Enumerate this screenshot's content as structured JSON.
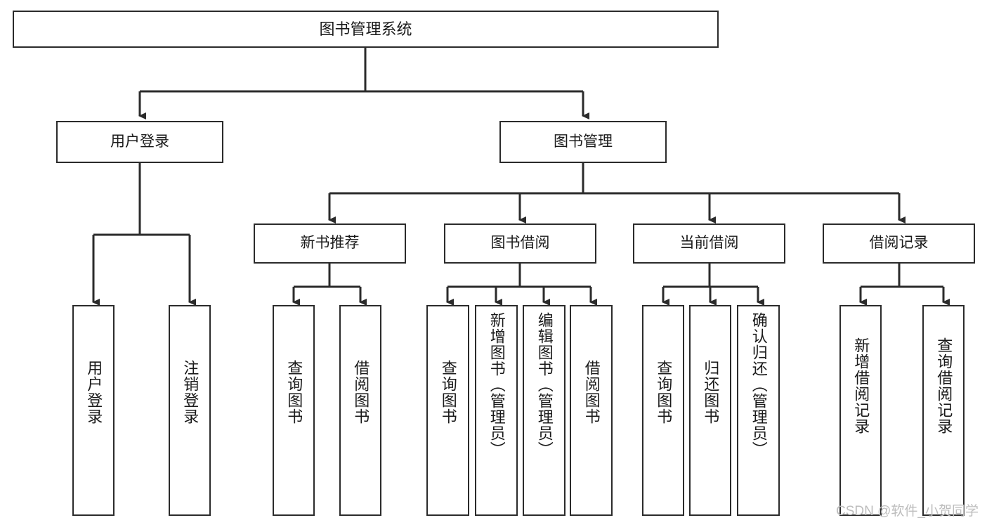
{
  "diagram": {
    "title": "图书管理系统",
    "type": "tree-hierarchy",
    "background_color": "#ffffff",
    "line_color": "#2b2b2b",
    "box_fill": "#ffffff",
    "text_color": "#1a1a1a",
    "watermark": "CSDN @软件_小贺同学",
    "watermark_color": "#bdbdbd"
  },
  "nodes": {
    "root": {
      "label": "图书管理系统"
    },
    "level2": [
      {
        "label": "用户登录"
      },
      {
        "label": "图书管理"
      }
    ],
    "level3": [
      {
        "label": "新书推荐"
      },
      {
        "label": "图书借阅"
      },
      {
        "label": "当前借阅"
      },
      {
        "label": "借阅记录"
      }
    ],
    "leaves_user_login": [
      {
        "label": "用户登录"
      },
      {
        "label": "注销登录"
      }
    ],
    "leaves_new_book": [
      {
        "label": "查询图书"
      },
      {
        "label": "借阅图书"
      }
    ],
    "leaves_borrow": [
      {
        "label": "查询图书"
      },
      {
        "label": "新增图书（管理员）"
      },
      {
        "label": "编辑图书（管理员）"
      },
      {
        "label": "借阅图书"
      }
    ],
    "leaves_current": [
      {
        "label": "查询图书"
      },
      {
        "label": "归还图书"
      },
      {
        "label": "确认归还（管理员）"
      }
    ],
    "leaves_record": [
      {
        "label": "新增借阅记录"
      },
      {
        "label": "查询借阅记录"
      }
    ]
  }
}
